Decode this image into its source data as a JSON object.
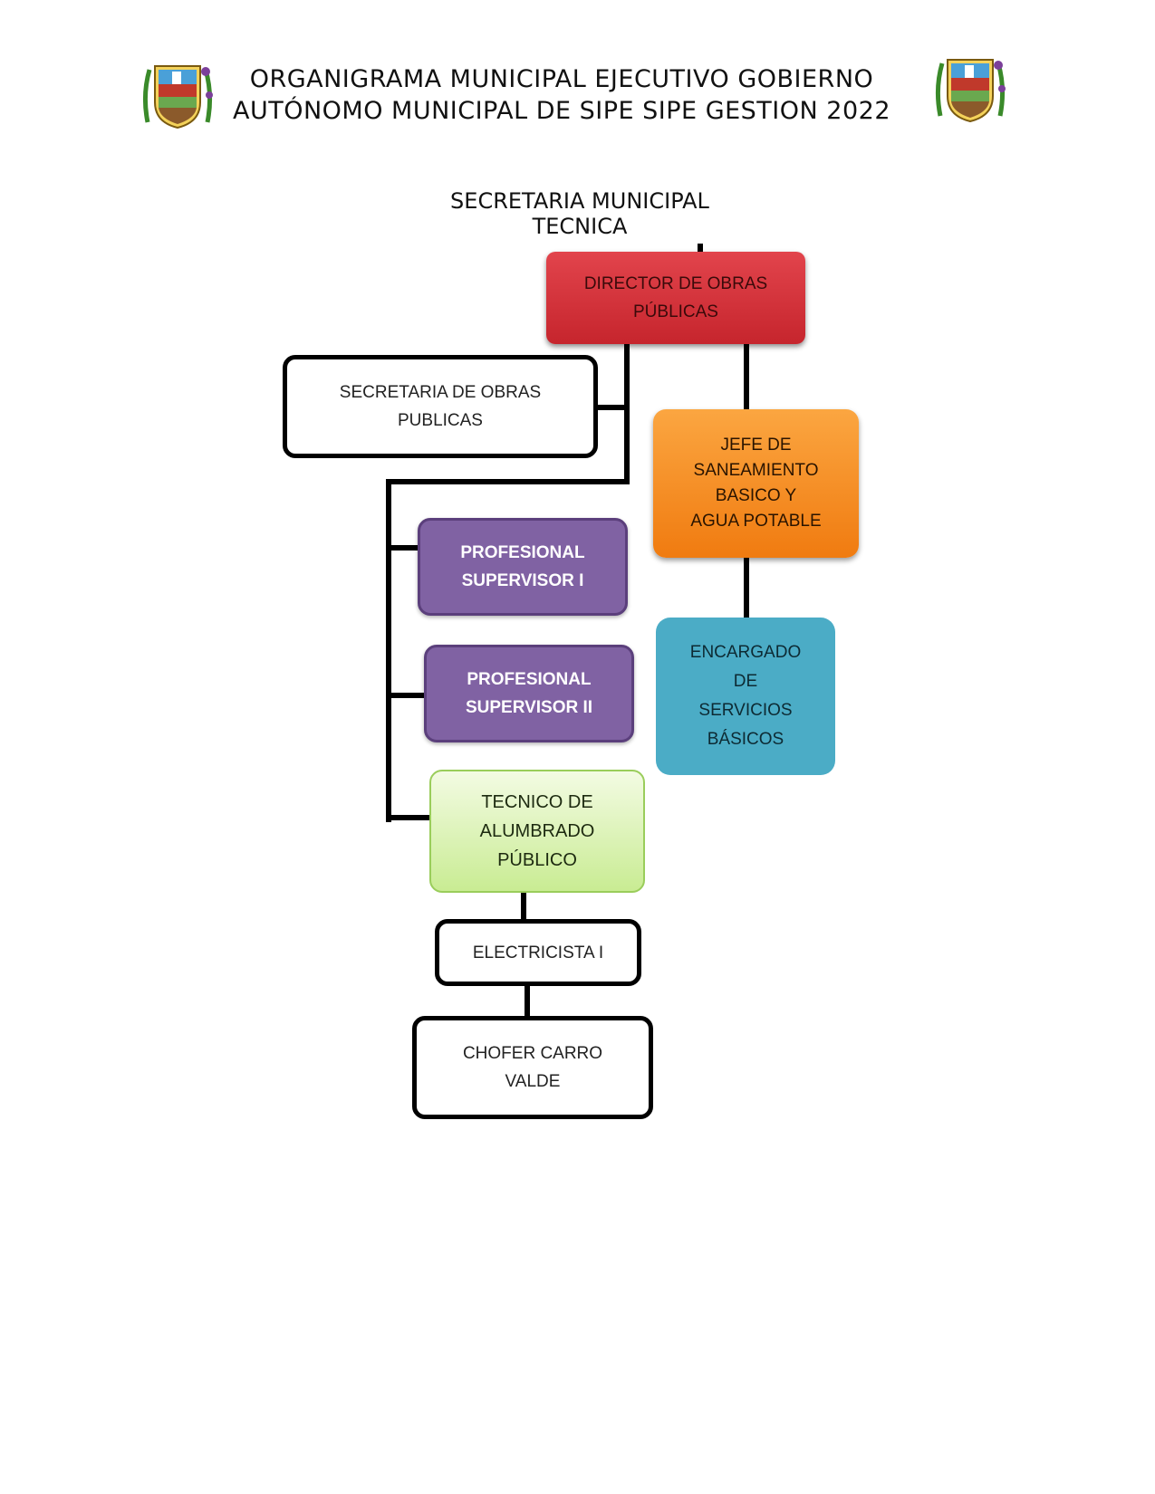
{
  "header": {
    "title_line1": "ORGANIGRAMA MUNICIPAL EJECUTIVO GOBIERNO",
    "title_line2": "AUTÓNOMO MUNICIPAL DE SIPE SIPE GESTION 2022",
    "emblem_icon": "municipal-coat-of-arms-icon"
  },
  "parent_unit": {
    "line1": "SECRETARIA MUNICIPAL",
    "line2": "TECNICA"
  },
  "nodes": {
    "director": "DIRECTOR DE OBRAS\nPÚBLICAS",
    "secretaria": "SECRETARIA DE OBRAS\nPUBLICAS",
    "jefe_saneamiento": "JEFE DE\nSANEAMIENTO\nBASICO Y\nAGUA POTABLE",
    "profesional_1": "PROFESIONAL\nSUPERVISOR I",
    "profesional_2": "PROFESIONAL\nSUPERVISOR II",
    "encargado": "ENCARGADO\nDE\nSERVICIOS\nBÁSICOS",
    "tecnico": "TECNICO DE\nALUMBRADO\nPÚBLICO",
    "electricista": "ELECTRICISTA I",
    "chofer": "CHOFER CARRO\nVALDE"
  },
  "colors": {
    "director": "#c6252d",
    "jefe_saneamiento": "#f07b10",
    "profesional": "#8062a3",
    "encargado": "#4bacc6",
    "tecnico": "#c9ec93",
    "connector": "#000000"
  }
}
